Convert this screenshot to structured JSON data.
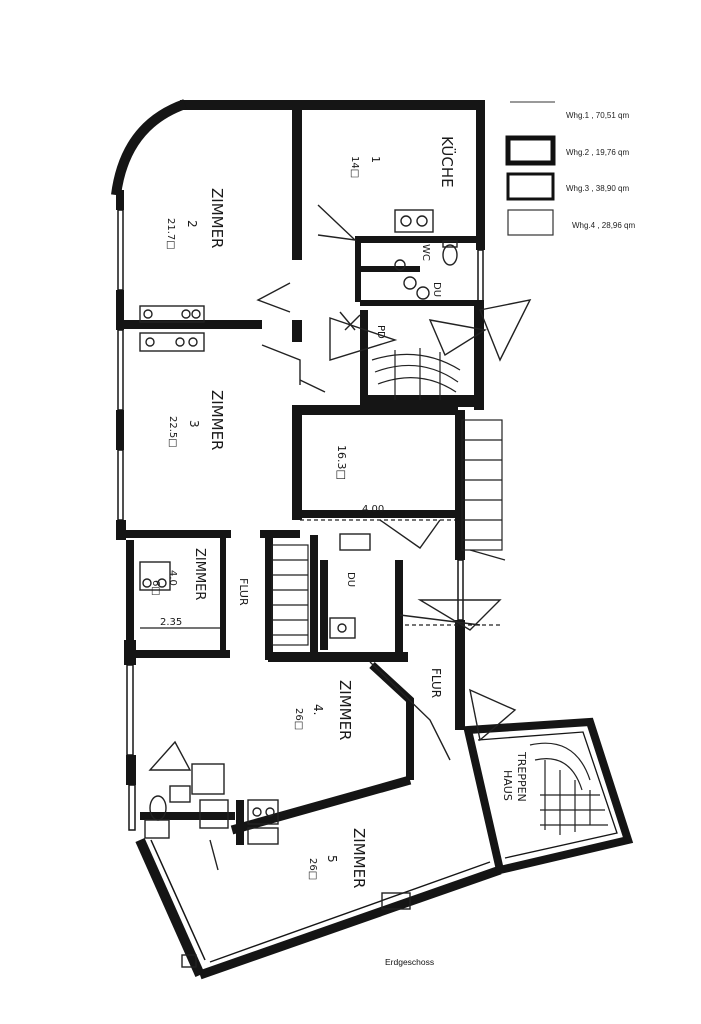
{
  "legend": [
    {
      "label": "Whg.1 , 70,51 qm"
    },
    {
      "label": "Whg.2 , 19,76 qm"
    },
    {
      "label": "Whg.3 , 38,90 qm"
    },
    {
      "label": "Whg.4 , 28,96 qm"
    }
  ],
  "rooms": {
    "kueche": {
      "name": "KÜCHE",
      "number": "1",
      "area": "14□"
    },
    "zimmer2": {
      "name": "ZIMMER",
      "number": "2",
      "area": "21.7□"
    },
    "zimmer3": {
      "name": "ZIMMER",
      "number": "3",
      "area": "22.5□"
    },
    "zimmer4": {
      "name": "ZIMMER",
      "number": "4.",
      "area": "26□"
    },
    "zimmer5": {
      "name": "ZIMMER",
      "number": "5",
      "area": "26□"
    },
    "zimmer_small": {
      "name": "ZIMMER",
      "number": "4.0",
      "area": "6□",
      "width": "2.35"
    },
    "hall": {
      "area": "16.3□",
      "width": "4.00"
    },
    "wc": {
      "name": "WC"
    },
    "du_top": {
      "name": "DU"
    },
    "du_mid": {
      "name": "DU"
    },
    "pd": {
      "name": "PD"
    },
    "flur_left": {
      "name": "FLUR"
    },
    "flur_right": {
      "name": "FLUR"
    },
    "treppenhaus": {
      "line1": "TREPPEN",
      "line2": "HAUS"
    }
  },
  "caption": "Erdgeschoss"
}
